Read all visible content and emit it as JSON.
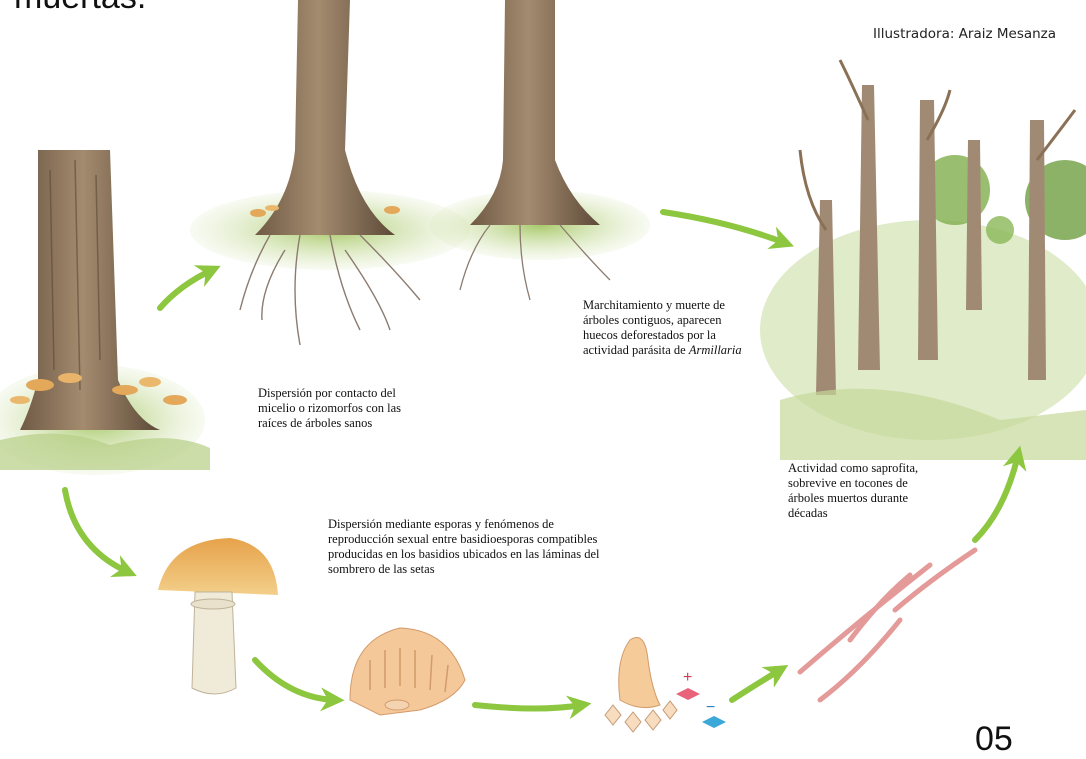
{
  "header": {
    "partial_title": "muertas."
  },
  "credit": "Illustradora: Araiz Mesanza",
  "page_number": "05",
  "captions": {
    "dispersion_contacto": "Dispersión por contacto del\nmicelio o rizomorfos con las\nraíces de árboles sanos",
    "marchitamiento": "Marchitamiento y muerte de\nárboles contiguos, aparecen\nhuecos deforestados por la\nactividad parásita de ",
    "marchitamiento_genus": "Armillaria",
    "saprofita": "Actividad como saprofita,\nsobrevive en tocones de\nárboles muertos durante\ndécadas",
    "esporas": "Dispersión mediante esporas y fenómenos de\nreproducción sexual entre basidioesporas compatibles\nproducidas en los basidios ubicados en las láminas del\nsombrero de las setas"
  },
  "symbols": {
    "plus": "+",
    "minus": "−"
  },
  "colors": {
    "arrow": "#8dc63f",
    "bark": "#8a7156",
    "grass": "#9cc25b",
    "mushroom": "#e8b566",
    "root": "#8b7b70",
    "hypha": "#e8a7a5"
  }
}
